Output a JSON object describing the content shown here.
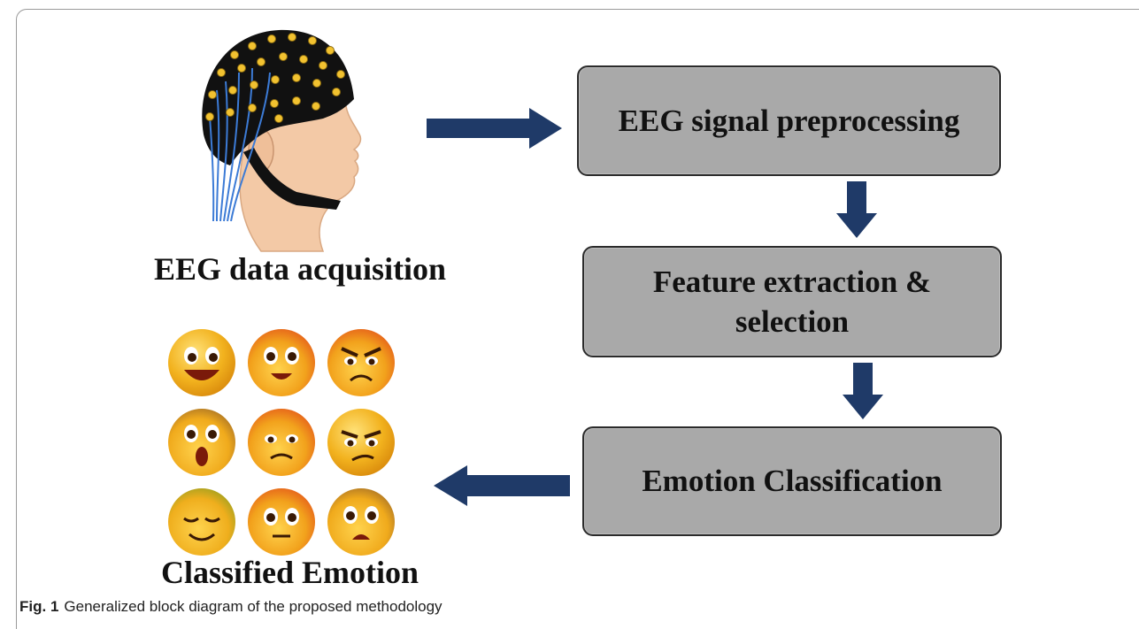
{
  "diagram": {
    "steps": [
      {
        "label": "EEG signal preprocessing"
      },
      {
        "label": "Feature extraction & selection"
      },
      {
        "label": "Emotion Classification"
      }
    ],
    "input_label": "EEG data acquisition",
    "output_label": "Classified Emotion",
    "colors": {
      "box_fill": "#a9a9a9",
      "arrow": "#1f3a68"
    }
  },
  "caption": {
    "fig_label": "Fig. 1",
    "text": "Generalized block diagram of the proposed methodology"
  }
}
